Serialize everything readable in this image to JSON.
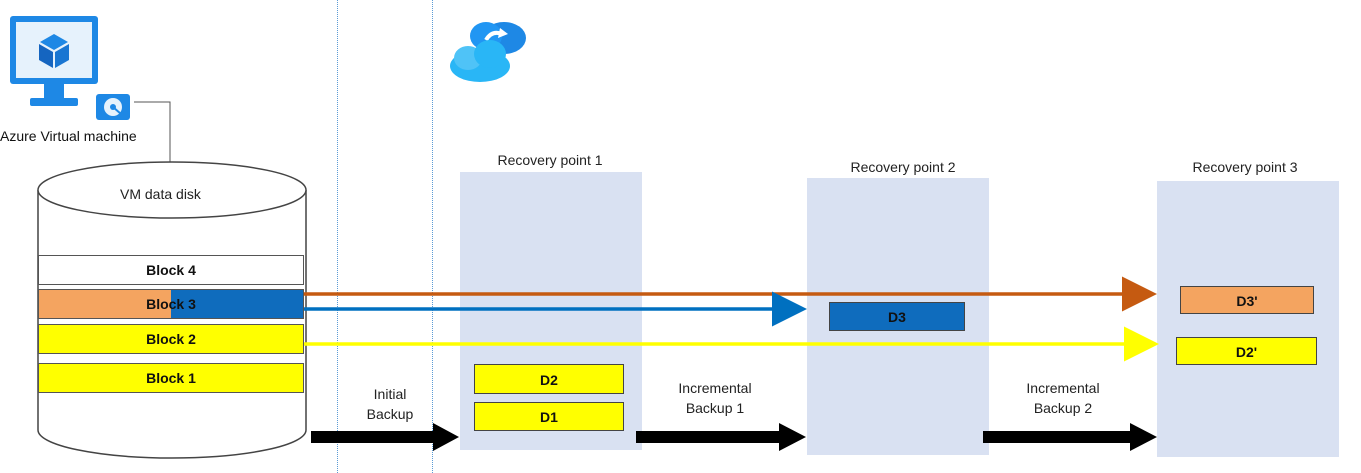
{
  "vm": {
    "label": "Azure Virtual machine",
    "disk_label": "VM data disk",
    "blocks": [
      "Block 4",
      "Block 3",
      "Block 2",
      "Block 1"
    ]
  },
  "recovery_points": [
    {
      "title": "Recovery point 1"
    },
    {
      "title": "Recovery point 2"
    },
    {
      "title": "Recovery point 3"
    }
  ],
  "data_blocks": {
    "rp1": [
      "D2",
      "D1"
    ],
    "rp2": [
      "D3"
    ],
    "rp3": [
      "D3'",
      "D2'"
    ]
  },
  "steps": [
    {
      "line1": "Initial",
      "line2": "Backup"
    },
    {
      "line1": "Incremental",
      "line2": "Backup 1"
    },
    {
      "line1": "Incremental",
      "line2": "Backup 2"
    }
  ],
  "colors": {
    "orange": "#f4a460",
    "blue": "#0f6cbd",
    "yellow": "#ffff00",
    "recovery_bg": "#d9e1f2",
    "arrow_orange": "#c55a11",
    "arrow_blue": "#0070c0",
    "arrow_black": "#000000",
    "azure_blue": "#1e88e5"
  },
  "icons": [
    "vm-monitor-icon",
    "disk-icon",
    "cloud-backup-icon"
  ]
}
